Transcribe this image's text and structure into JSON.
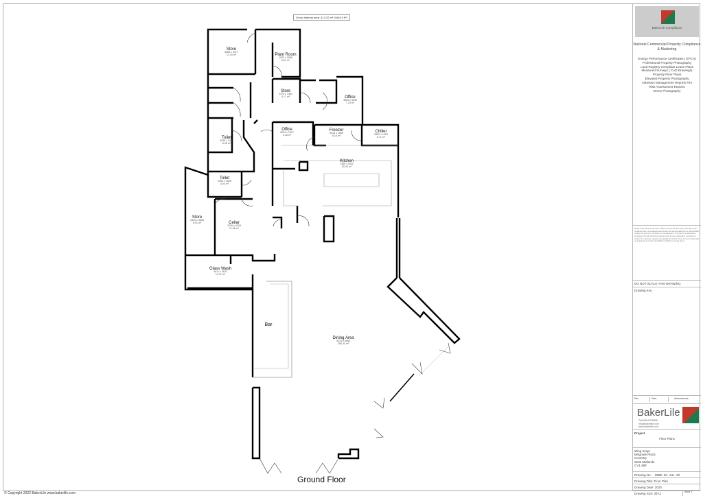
{
  "drawing": {
    "gross_internal_area": "Gross internal area: 413.32 m² (4448.9 ft²)",
    "floor_title": "Ground Floor",
    "copyright": "© Copyright 2022 BakerLile  www.bakerlile.com",
    "rooms": [
      {
        "name": "Store",
        "dims": "3583 x 3377",
        "area": "12.10 m²"
      },
      {
        "name": "Plant Room",
        "dims": "1924 x 3056",
        "area": "6.04 m²"
      },
      {
        "name": "Store",
        "dims": "2474 x 2461",
        "area": "4.17 m²"
      },
      {
        "name": "Office",
        "dims": "3400 x 3549",
        "area": "7.23 m²"
      },
      {
        "name": "Toilet",
        "dims": "3035 x 2452",
        "area": "6.28 m²"
      },
      {
        "name": "Office",
        "dims": "2053 x 1547",
        "area": "3.18 m²"
      },
      {
        "name": "Freezer",
        "dims": "3443 x 1665",
        "area": "5.18 m²"
      },
      {
        "name": "Chiller",
        "dims": "2550 x 1453",
        "area": "3.71 m²"
      },
      {
        "name": "Kitchen",
        "dims": "7456 x 5321",
        "area": "30.40 m²"
      },
      {
        "name": "Toilet",
        "dims": "2364 x 1698",
        "area": "4.04 m²"
      },
      {
        "name": "Store",
        "dims": "2349 x 4628",
        "area": "8.91 m²"
      },
      {
        "name": "Cellar",
        "dims": "3750 x 4328",
        "area": "11.66 m²"
      },
      {
        "name": "Glass Wash",
        "dims": "4011 x 2620",
        "area": "12.07 m²"
      },
      {
        "name": "Bar",
        "dims": "",
        "area": ""
      },
      {
        "name": "Dining Area",
        "dims": "9331 x 9686",
        "area": "250.43 m²"
      }
    ]
  },
  "title_block": {
    "logo_caption": "BakerLile Compliance",
    "company_line": "National Commercial Property Compliance & Marketing",
    "services": [
      "Energy Performance Certificates ( EPC's)",
      "Professional Property Photography",
      "Land Registry Compliant Lease Plans",
      "Measured Surveys ( CAD Drawings)",
      "Property Floor Plans",
      "Elevated Property Photography",
      "Asbestos Management Reports Fire",
      "Risk Assessment Reports",
      "Drone Photography"
    ],
    "disclaimer": "Whilst every attempt has been made to ensure the accuracy of the floor plan contained here, all measurements shown are approximate and no responsibility is taken for any error, omission or mis-statement. This plan is for illustrative purposes only and should be used as such by any prospective purchaser or tenant. The services, systems and appliances shown have not been tested and no guarantee as to their operability or efficiency can be given.",
    "do_not_scale": "DO NOT SCALE THIS DRAWING",
    "drawing_key": "Drawing Key",
    "rev_headers": [
      "Rev",
      "Date",
      "Amendments"
    ],
    "brand": "BakerLile",
    "contact": [
      "Tel:01604 678808",
      "info@bakerlile.com",
      "www.bakerlile.com"
    ],
    "project_label": "Project",
    "project_value": "Floor Plans",
    "address": [
      "Wing Kingz",
      "Belgrade Plaza",
      "Coventry",
      "West Midlands",
      "CV1 4BF"
    ],
    "drawing_no_label": "Drawing No:",
    "drawing_no": "8888 -20- JUL -20",
    "drawing_title_label": "Drawing Title:",
    "drawing_title": "Floor Plan",
    "drawing_date_label": "Drawing Date:",
    "drawing_date": "2020",
    "drawing_size_label": "Drawing Size:",
    "drawing_size": "@A1",
    "issue_label": "Issue",
    "issue": "1"
  }
}
